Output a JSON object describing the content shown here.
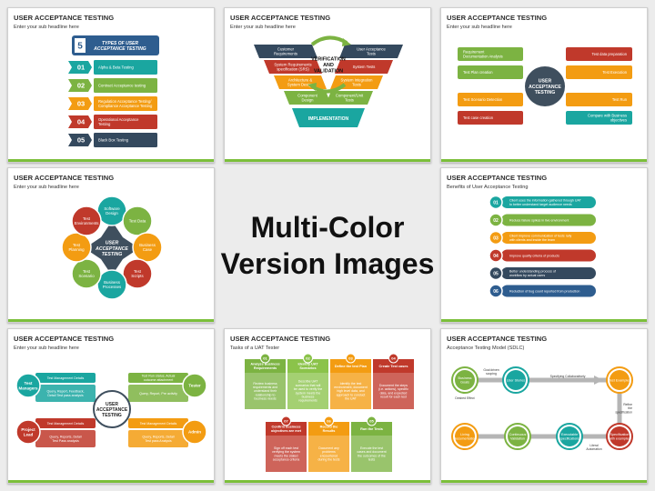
{
  "colors": {
    "blue": "#2e5d8f",
    "teal": "#1aa6a0",
    "green": "#7cb342",
    "orange": "#f39c12",
    "red": "#c0392b",
    "navy": "#34495e",
    "lightgreen": "#8bc34a"
  },
  "center_lines": [
    "Multi-Color",
    "Version Images"
  ],
  "s1": {
    "title": "USER ACCEPTANCE TESTING",
    "sub": "Enter your sub headline here",
    "header_num": "5",
    "header": [
      "TYPES OF USER",
      "ACCEPTANCE TESTING"
    ],
    "items": [
      {
        "num": "01",
        "label": "Alpha & Beta Testing"
      },
      {
        "num": "02",
        "label": "Contract Acceptance testing"
      },
      {
        "num": "03",
        "label": [
          "Regulation Acceptance Testing/",
          "Compliance Acceptance Testing"
        ]
      },
      {
        "num": "04",
        "label": [
          "Operational Acceptance",
          "Testing"
        ]
      },
      {
        "num": "05",
        "label": "Black Box Testing"
      }
    ]
  },
  "s2": {
    "title": "USER ACCEPTANCE TESTING",
    "sub": "Enter your sub headline here",
    "center": [
      "VERIFICATION",
      "AND",
      "VALIDATION"
    ],
    "bottom": "IMPLEMENTATION",
    "left": [
      [
        "Customer",
        "Requirements"
      ],
      [
        "System Requirements",
        "specification (SRS)"
      ],
      [
        "Architecture &",
        "System Design"
      ],
      [
        "Component",
        "Design"
      ]
    ],
    "right": [
      [
        "User Acceptance",
        "Tests"
      ],
      [
        "System Tests"
      ],
      [
        "System Integration",
        "Tests"
      ],
      [
        "Component/Unit",
        "Tests"
      ]
    ]
  },
  "s3": {
    "title": "USER ACCEPTANCE TESTING",
    "sub": "Enter your sub headline here",
    "center": [
      "USER",
      "ACCEPTANCE",
      "TESTING"
    ],
    "left": [
      [
        "Requirement",
        "Documentation Analysis"
      ],
      [
        "Test Plan creation"
      ],
      [
        "Test Scenario Detection"
      ],
      [
        "Test case creation"
      ]
    ],
    "right": [
      [
        "Test data preparation"
      ],
      [
        "Test Execution"
      ],
      [
        "Test Run"
      ],
      [
        "Compare with Business",
        "objectives"
      ]
    ]
  },
  "s4": {
    "title": "USER ACCEPTANCE TESTING",
    "sub": "Enter your sub headline here",
    "center": [
      "USER",
      "ACCEPTANCE",
      "TESTING"
    ],
    "petals": [
      [
        "Software",
        "Design"
      ],
      [
        "Test Data"
      ],
      [
        "Business",
        "Case"
      ],
      [
        "Test",
        "Scripts"
      ],
      [
        "Business",
        "Processes"
      ],
      [
        "Test",
        "Scenario"
      ],
      [
        "Test",
        "Planning"
      ],
      [
        "Test",
        "Environments"
      ]
    ]
  },
  "s5": {
    "title": "USER ACCEPTANCE TESTING",
    "sub": "Benefits of User Acceptance Testing",
    "items": [
      {
        "num": "01",
        "label": [
          "Client uses the information gathered through UAT",
          "to better understand target audience needs"
        ]
      },
      {
        "num": "02",
        "label": [
          "Reduce failure spikes in live environment"
        ]
      },
      {
        "num": "03",
        "label": [
          "Client improve communication of tests rally",
          "with clients and inside the team"
        ]
      },
      {
        "num": "04",
        "label": [
          "Improve quality criteria of products"
        ]
      },
      {
        "num": "05",
        "label": [
          "Better understanding process of",
          "workflow by actual users"
        ]
      },
      {
        "num": "06",
        "label": [
          "Reduction of bug count reported from production"
        ]
      }
    ]
  },
  "s6": {
    "title": "USER ACCEPTANCE TESTING",
    "sub": "Enter your sub headline here",
    "center": [
      "USER",
      "ACCEPTANCE",
      "TESTING"
    ],
    "roles": [
      {
        "name": [
          "Test",
          "Managers"
        ],
        "head": "Test Management Details",
        "body": [
          "Query, Report, Feedback,",
          "Detail Test pass analysis"
        ]
      },
      {
        "name": [
          "Tester"
        ],
        "head": [
          "Test Run status, Actual",
          "outcome attachment"
        ],
        "body": [
          "Query, Report, Pre activity"
        ]
      },
      {
        "name": [
          "Project",
          "Lead"
        ],
        "head": "Test Management Details",
        "body": [
          "Query, Reports, Detail",
          "Test Pass analysis"
        ]
      },
      {
        "name": [
          "Admin"
        ],
        "head": "Test Management Details",
        "body": [
          "Query, Reports, Detail",
          "Test pass Analysis"
        ]
      }
    ]
  },
  "s7": {
    "title": "USER ACCEPTANCE TESTING",
    "sub": "Tasks of a UAT Tester",
    "top": [
      {
        "num": "01",
        "head": [
          "Analyze Business",
          "Requirements"
        ],
        "body": [
          "Review business",
          "requirements and",
          "understand their",
          "relationship to",
          "business needs"
        ]
      },
      {
        "num": "02",
        "head": [
          "Identify UAT",
          "Scenarios"
        ],
        "body": [
          "Describe UAT",
          "scenarios that will",
          "be used to verify the",
          "system meets the",
          "business",
          "requirements"
        ]
      },
      {
        "num": "03",
        "head": [
          "Define the test Plan"
        ],
        "body": [
          "Identify the test",
          "environment, document",
          "high level data, and",
          "approach to conduct",
          "the UAT"
        ]
      },
      {
        "num": "04",
        "head": [
          "Create Test cases"
        ],
        "body": [
          "Document the steps",
          "(i.e. actions), specific",
          "data, and expected",
          "result for each test"
        ]
      }
    ],
    "bottom": [
      {
        "num": "07",
        "head": [
          "Confirm business",
          "objectives are met"
        ],
        "body": [
          "Sign off each test",
          "verifying the system",
          "meets the stated",
          "acceptance criteria"
        ]
      },
      {
        "num": "06",
        "head": [
          "Record the",
          "Results"
        ],
        "body": [
          "Document any",
          "problems",
          "encountered",
          "during the tests"
        ]
      },
      {
        "num": "05",
        "head": [
          "Run the Tests"
        ],
        "body": [
          "Execute the test",
          "cases and document",
          "the outcomes of the",
          "tests"
        ]
      }
    ]
  },
  "s8": {
    "title": "USER ACCEPTANCE TESTING",
    "sub": "Acceptance Testing Model (SDLC)",
    "nodes": [
      [
        "Business",
        "Goals"
      ],
      [
        "User Stories"
      ],
      [
        "Test Examples"
      ],
      [
        "Specification",
        "with examples"
      ],
      [
        "Executable",
        "specifications"
      ],
      [
        "Continuous",
        "Validation"
      ],
      [
        "Living",
        "Documentation"
      ]
    ],
    "labels": [
      "Goal driven",
      "scoping",
      "Specifying Collaboratively",
      "Refine",
      "the",
      "specification",
      "Literal",
      "Automation",
      "Desired Effect"
    ]
  }
}
